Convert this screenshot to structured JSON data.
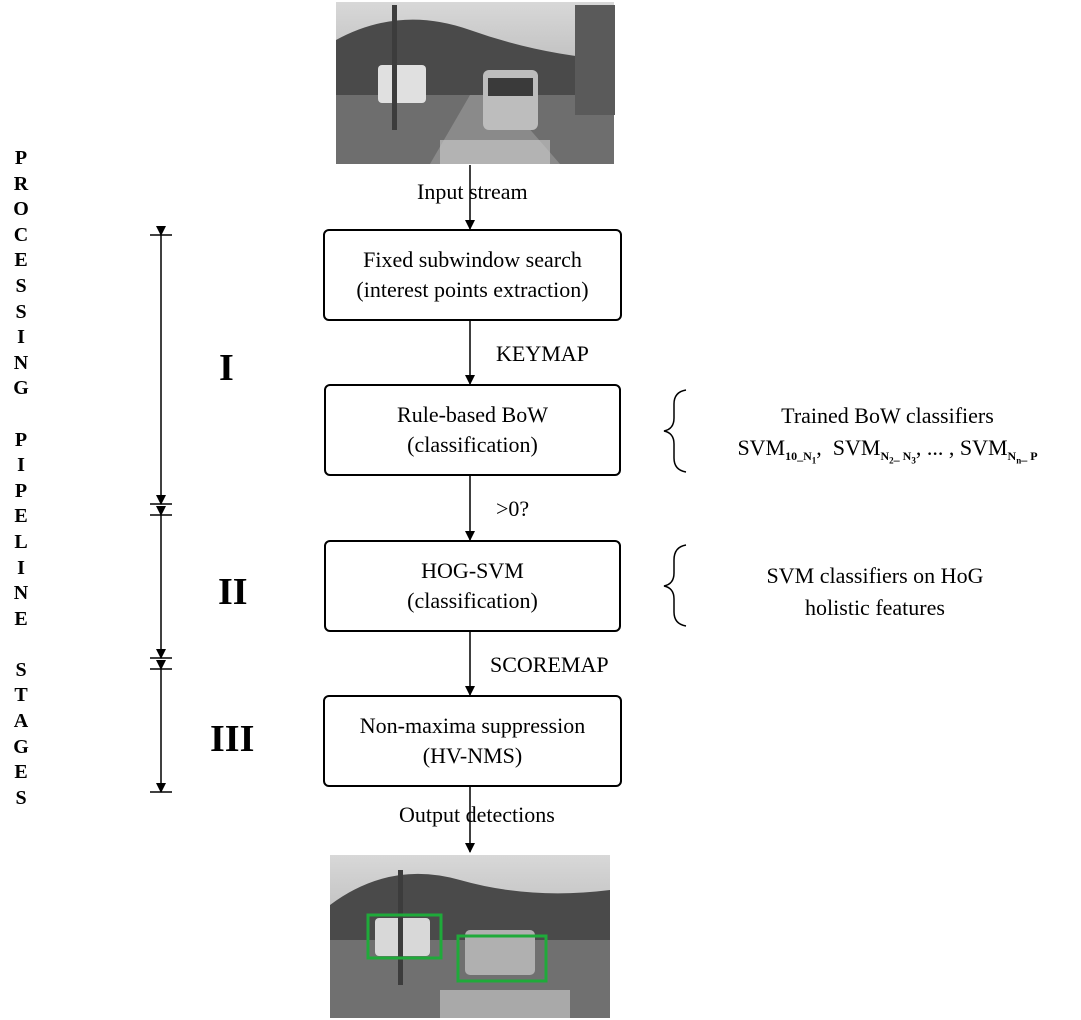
{
  "vertical_label": "PROCESSING PIPELINE STAGES",
  "edges": {
    "input": "Input stream",
    "keymap": "KEYMAP",
    "check": ">0?",
    "scoremap": "SCOREMAP",
    "output": "Output detections"
  },
  "boxes": {
    "fixed": {
      "line1": "Fixed subwindow search",
      "line2": "(interest points extraction)"
    },
    "bow": {
      "line1": "Rule-based BoW",
      "line2": "(classification)"
    },
    "hog": {
      "line1": "HOG-SVM",
      "line2": "(classification)"
    },
    "nms": {
      "line1": "Non-maxima suppression",
      "line2": "(HV-NMS)"
    }
  },
  "stages": {
    "s1": "I",
    "s2": "II",
    "s3": "III"
  },
  "side_notes": {
    "bow": {
      "title": "Trained BoW classifiers",
      "formula": {
        "svm1": "SVM",
        "sub1": "10_N",
        "sub1b": "1",
        "svm2": "SVM",
        "sub2a": "N",
        "sub2a_i": "2",
        "sub2b": "_ N",
        "sub2b_i": "3",
        "ellipsis": ", ... , ",
        "svm3": "SVM",
        "sub3a": "N",
        "sub3a_i": "n",
        "sub3b": "_ P"
      }
    },
    "hog": {
      "line1": "SVM classifiers on HoG",
      "line2": "holistic features"
    }
  }
}
